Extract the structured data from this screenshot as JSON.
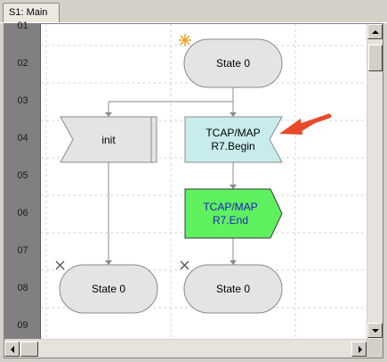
{
  "tab": {
    "label": "S1: Main"
  },
  "rows": [
    "01",
    "02",
    "03",
    "04",
    "05",
    "06",
    "07",
    "08",
    "09"
  ],
  "nodes": {
    "start_state": "State 0",
    "init_signal": "init",
    "tcap_begin": {
      "line1": "TCAP/MAP",
      "line2": "R7.Begin"
    },
    "tcap_end": {
      "line1": "TCAP/MAP",
      "line2": "R7.End"
    },
    "left_state": "State 0",
    "right_state": "State 0"
  },
  "colors": {
    "state_fill": "#e4e4e4",
    "begin_fill": "#c8ecee",
    "end_fill": "#5ef05e",
    "end_text": "#2020c0",
    "arrow": "#e84a2c",
    "star": "#f0a020",
    "grid": "#d8d8d8"
  },
  "icons": [
    "start-star-icon",
    "terminate-x-icon",
    "red-pointer-arrow-icon",
    "scroll-up-icon",
    "scroll-down-icon",
    "scroll-left-icon",
    "scroll-right-icon"
  ]
}
